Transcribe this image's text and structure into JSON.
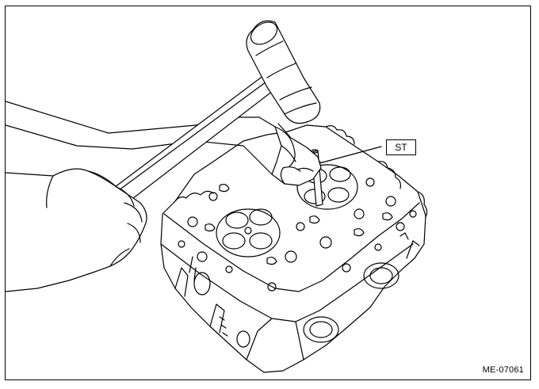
{
  "figure": {
    "callout_label": "ST",
    "figure_code": "ME-07061"
  },
  "illustration": {
    "parts": [
      "mallet",
      "hand-left",
      "hand-right",
      "special-tool-drift",
      "cylinder-head"
    ]
  }
}
